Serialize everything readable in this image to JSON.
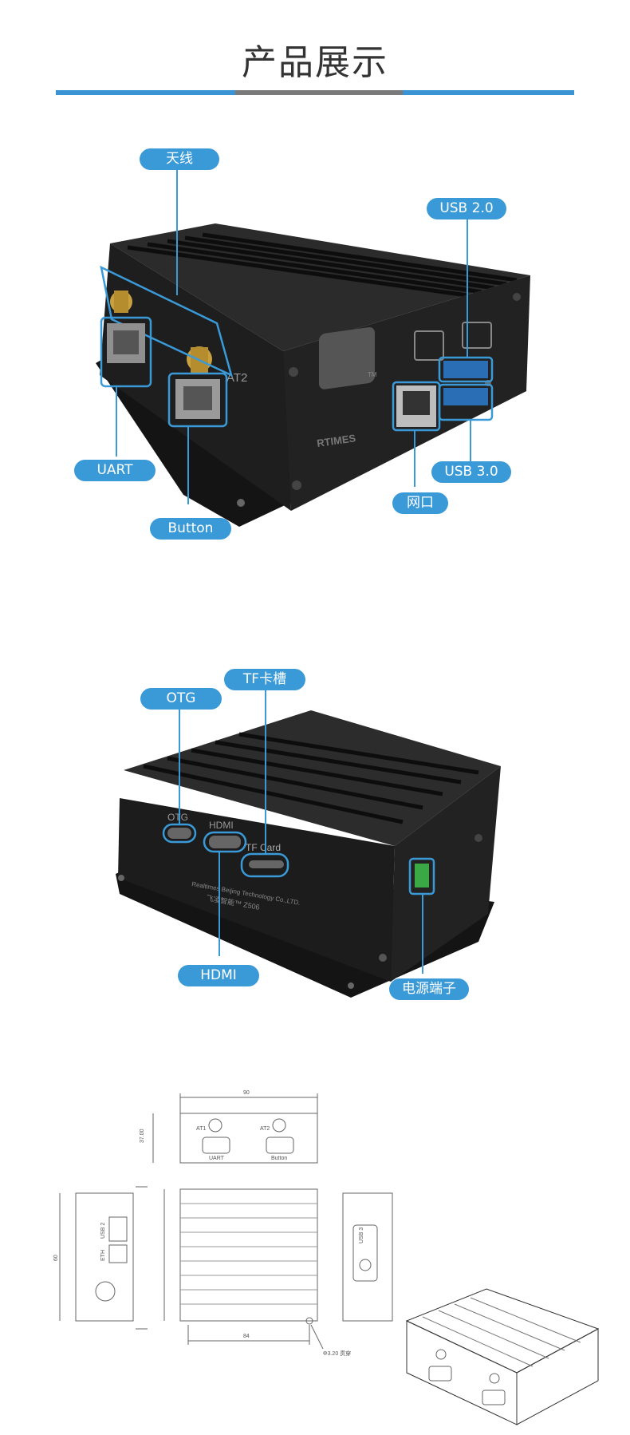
{
  "page": {
    "title": "产品展示"
  },
  "colors": {
    "accent": "#3a9ad8",
    "rule_mid": "#7a7a7a",
    "device": "#1b1b1b"
  },
  "photo1": {
    "labels": {
      "antenna": "天线",
      "usb2": "USB 2.0",
      "uart": "UART",
      "usb3": "USB 3.0",
      "ethernet": "网口",
      "button": "Button"
    },
    "device_marks": {
      "brand": "RTIMES",
      "tm": "TM",
      "at2": "AT2"
    }
  },
  "photo2": {
    "labels": {
      "tf": "TF卡槽",
      "otg": "OTG",
      "hdmi": "HDMI",
      "power": "电源端子"
    },
    "device_marks": {
      "otg": "OTG",
      "hdmi": "HDMI",
      "tf": "TF Card",
      "company": "Realtimes Beijing Technology Co.,LTD.",
      "model": "飞凌智能™ Z506"
    }
  },
  "drawing": {
    "at1": "AT1",
    "at2": "AT2",
    "uart": "UART",
    "button": "Button",
    "usb2": "USB 2",
    "usb3": "USB 3",
    "eth": "ETH",
    "dim_top": "90",
    "dim_side": "37.00",
    "dim_h": "60",
    "dim_bottom": "84",
    "hole": "Φ3.20 贯穿"
  }
}
